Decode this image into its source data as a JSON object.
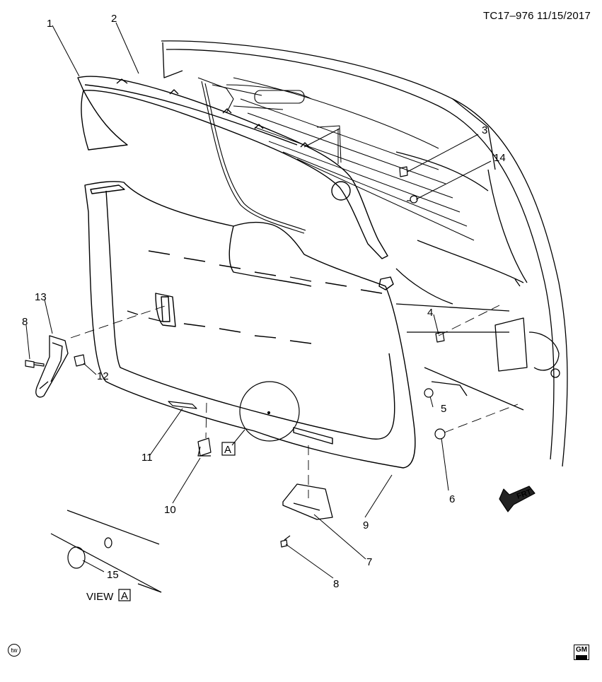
{
  "header": {
    "id": "TC17–976",
    "date": "11/15/2017"
  },
  "callouts": [
    {
      "key": "c1",
      "label": "1"
    },
    {
      "key": "c2",
      "label": "2"
    },
    {
      "key": "c3",
      "label": "3"
    },
    {
      "key": "c14",
      "label": "14"
    },
    {
      "key": "c4",
      "label": "4"
    },
    {
      "key": "c5",
      "label": "5"
    },
    {
      "key": "c6",
      "label": "6"
    },
    {
      "key": "c7",
      "label": "7"
    },
    {
      "key": "c8a",
      "label": "8"
    },
    {
      "key": "c8b",
      "label": "8"
    },
    {
      "key": "c9",
      "label": "9"
    },
    {
      "key": "c10",
      "label": "10"
    },
    {
      "key": "c11",
      "label": "11"
    },
    {
      "key": "c12",
      "label": "12"
    },
    {
      "key": "c13",
      "label": "13"
    },
    {
      "key": "c15",
      "label": "15"
    }
  ],
  "view_box_label": "A",
  "view_caption": {
    "prefix": "VIEW",
    "letter": "A"
  },
  "arrow_label": "FRT",
  "icons": {
    "bottom_left": "tw-icon",
    "bottom_right": "gm-logo-icon"
  },
  "logo_text": "GM"
}
